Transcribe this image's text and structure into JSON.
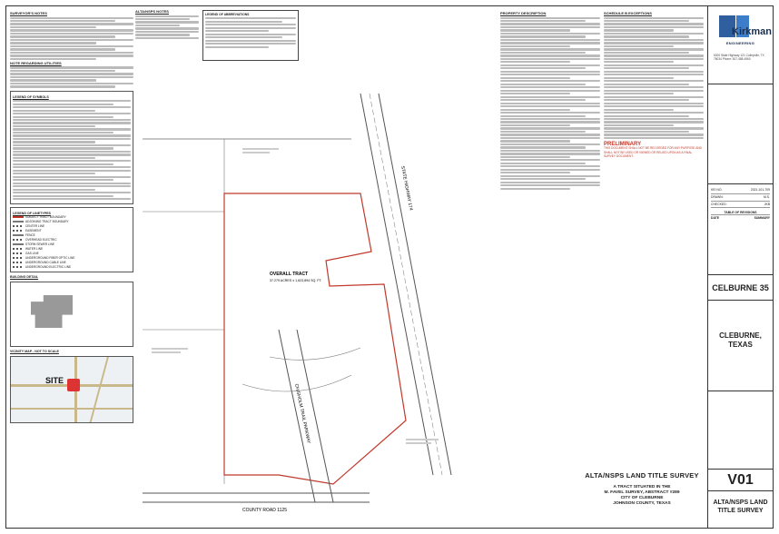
{
  "notes": {
    "surveyors_notes_title": "SURVEYOR'S NOTES",
    "flood_notes_title": "NOTE REGARDING UTILITIES",
    "legend_title": "LEGEND OF SYMBOLS",
    "lines_legend_title": "LEGEND OF LINETYPES",
    "lines_legend": [
      "SUBJECT TRACT BOUNDARY",
      "ADJOINING TRACT BOUNDARY",
      "CENTER LINE",
      "EASEMENT",
      "FENCE",
      "OVERHEAD ELECTRIC",
      "STORM SEWER LINE",
      "WATER LINE",
      "GAS LINE",
      "UNDERGROUND FIBER OPTIC LINE",
      "UNDERGROUND CABLE LINE",
      "UNDERGROUND ELECTRIC LINE"
    ],
    "building_title": "BUILDING DETAIL",
    "vicinity_title": "VICINITY MAP - NOT TO SCALE",
    "site_label": "SITE"
  },
  "col2": {
    "alta_notes_title": "ALTA/NSPS NOTES",
    "abbr_title": "LEGEND OF ABBREVIATIONS"
  },
  "drawing": {
    "overall_tract_label": "OVERALL TRACT",
    "overall_tract_area": "37.279 ACRES ± 1,623,894 SQ. FT.",
    "road_label": "STATE HIGHWAY 174",
    "parkway_label": "CHISHOLM TRAIL PARKWAY",
    "county_road_label": "COUNTY ROAD 1125"
  },
  "description": {
    "title": "PROPERTY DESCRIPTION",
    "title2": "SCHEDULE B EXCEPTIONS",
    "prelim_title": "PRELIMINARY",
    "prelim_text": "THIS DOCUMENT SHALL NOT BE RECORDED FOR ANY PURPOSE AND SHALL NOT BE USED OR VIEWED OR RELIED UPON AS A FINAL SURVEY DOCUMENT."
  },
  "survey_title": {
    "line1": "ALTA/NSPS LAND TITLE SURVEY",
    "line2": "A TRACT SITUATED IN THE",
    "line3": "M. FAVEL SURVEY, ABSTRACT #289",
    "line4": "CITY OF CLEBURNE",
    "line5": "JOHNSON COUNTY, TEXAS"
  },
  "titleblock": {
    "brand": "Kirkman",
    "brand_sub": "ENGINEERING",
    "address": "5200 State Highway 121 Colleyville, TX 76034 Phone: 817-488-4960",
    "info": [
      {
        "label": "KEI NO.",
        "value": "2021-101-709"
      },
      {
        "label": "DRAWN:",
        "value": "M.S."
      },
      {
        "label": "CHECKED:",
        "value": "JKB"
      }
    ],
    "revision_header": "TABLE OF REVISIONS",
    "revision_cols": [
      "DATE",
      "SUMMARY"
    ],
    "project": "CELBURNE 35",
    "city_line1": "CLEBURNE,",
    "city_line2": "TEXAS",
    "sheet_no": "V01",
    "sheet_name_line1": "ALTA/NSPS LAND",
    "sheet_name_line2": "TITLE SURVEY"
  }
}
